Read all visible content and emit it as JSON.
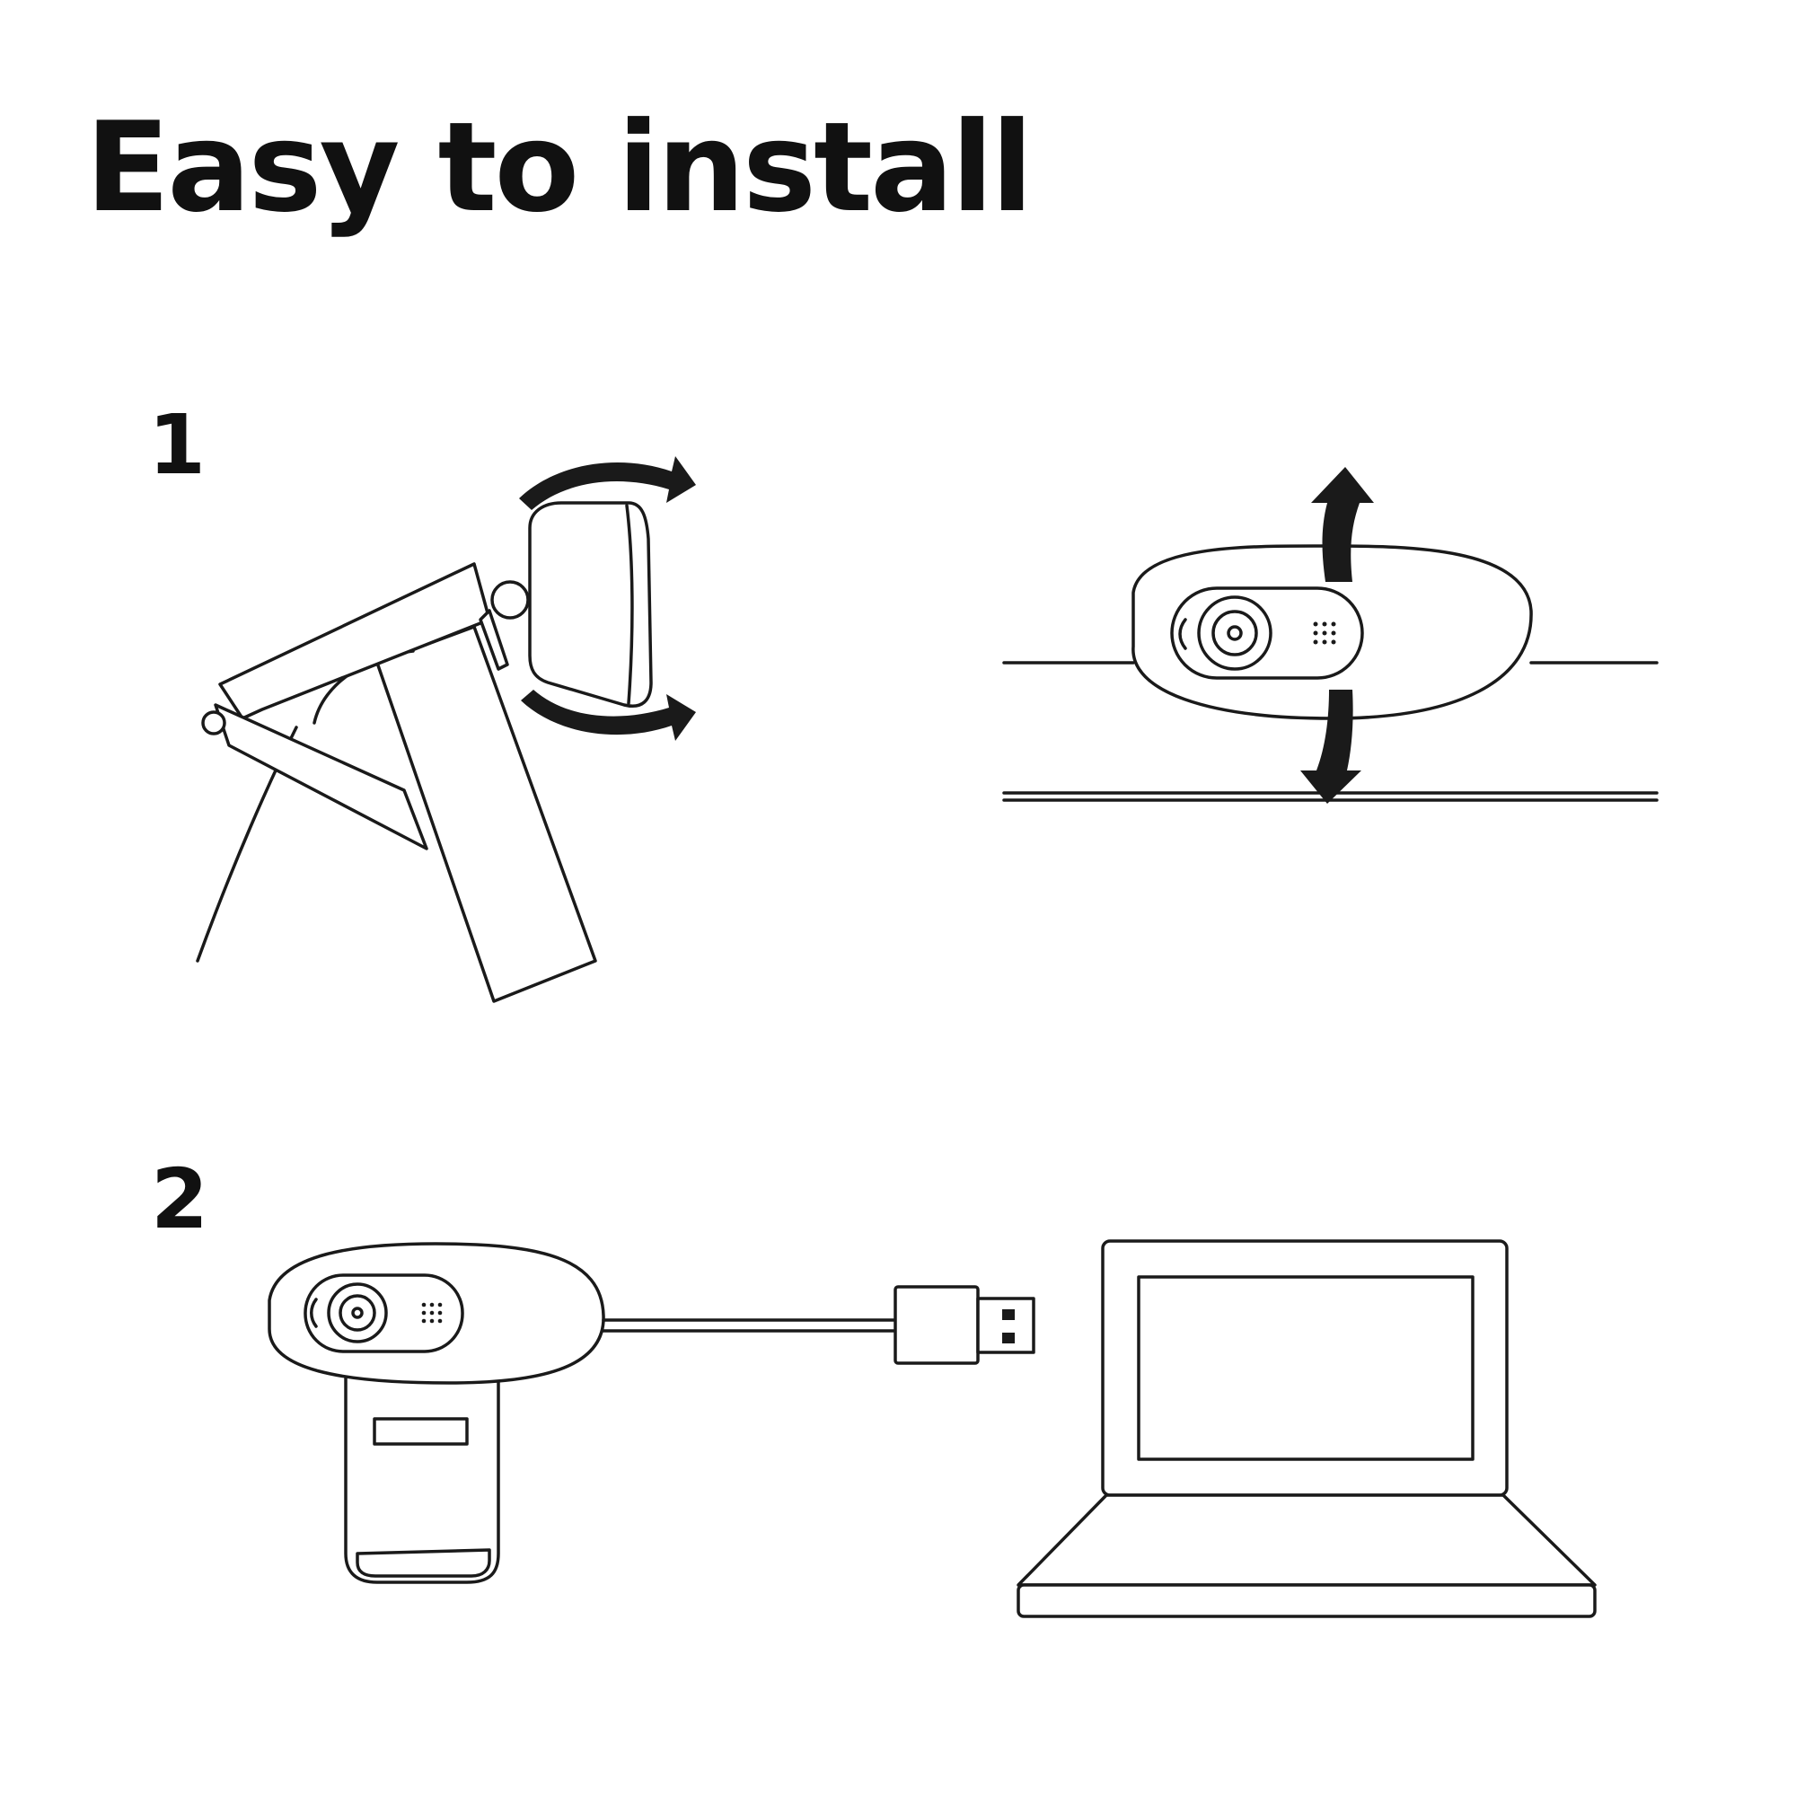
{
  "title": "Easy to install",
  "steps": [
    {
      "number": "1"
    },
    {
      "number": "2"
    }
  ]
}
